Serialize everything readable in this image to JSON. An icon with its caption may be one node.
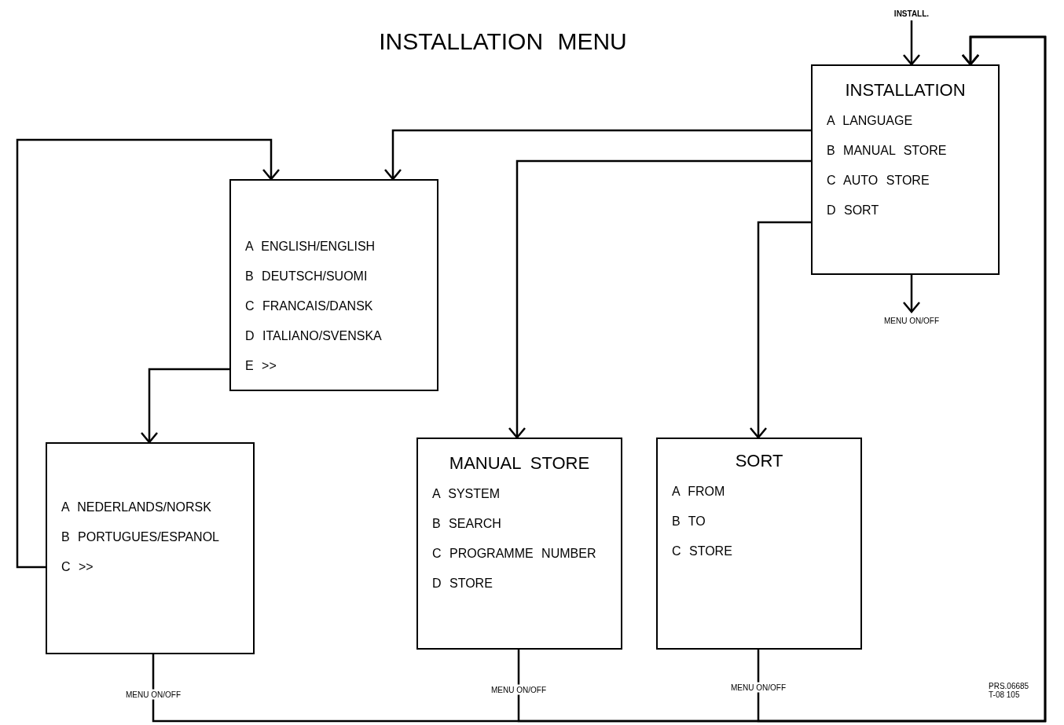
{
  "diagram": {
    "title": "INSTALLATION MENU",
    "nodes": [
      {
        "text": [
          "INSTALL."
        ]
      },
      {
        "text": [
          "INSTALLATION",
          "A LANGUAGE",
          "B MANUAL STORE",
          "C AUTO STORE",
          "D SORT"
        ]
      },
      {
        "text": [
          "A ENGLISH/ENGLISH",
          "B DEUTSCH/SUOMI",
          "C FRANCAIS/DANSK",
          "D ITALIANO/SVENSKA",
          "E >>"
        ]
      },
      {
        "text": [
          "A NEDERLANDS/NORSK",
          "B PORTUGUES/ESPANOL",
          "C >>"
        ]
      },
      {
        "text": [
          "MANUAL STORE",
          "A SYSTEM",
          "B SEARCH",
          "C PROGRAMME NUMBER",
          "D STORE"
        ]
      },
      {
        "text": [
          "SORT",
          "A FROM",
          "B TO",
          "C STORE"
        ]
      }
    ],
    "edges": [
      {
        "from": 0,
        "to": 1,
        "arrow": "to"
      },
      {
        "from": 1,
        "to": 2,
        "arrow": "to"
      },
      {
        "from": 1,
        "to": 4,
        "arrow": "to"
      },
      {
        "from": 1,
        "to": 5,
        "arrow": "to"
      },
      {
        "from": 2,
        "to": 3,
        "arrow": "to"
      },
      {
        "from": 3,
        "to": 2,
        "arrow": "to"
      },
      {
        "from": 1,
        "to": null,
        "arrow": "to",
        "label": "MENU ON/OFF"
      },
      {
        "from": 3,
        "to": 1,
        "arrow": "to",
        "label": "MENU ON/OFF"
      },
      {
        "from": 4,
        "to": 1,
        "arrow": "to",
        "label": "MENU ON/OFF"
      },
      {
        "from": 5,
        "to": 1,
        "arrow": "to",
        "label": "MENU ON/OFF"
      }
    ],
    "labels": [
      "PRS.06685",
      "T-08 105"
    ]
  }
}
